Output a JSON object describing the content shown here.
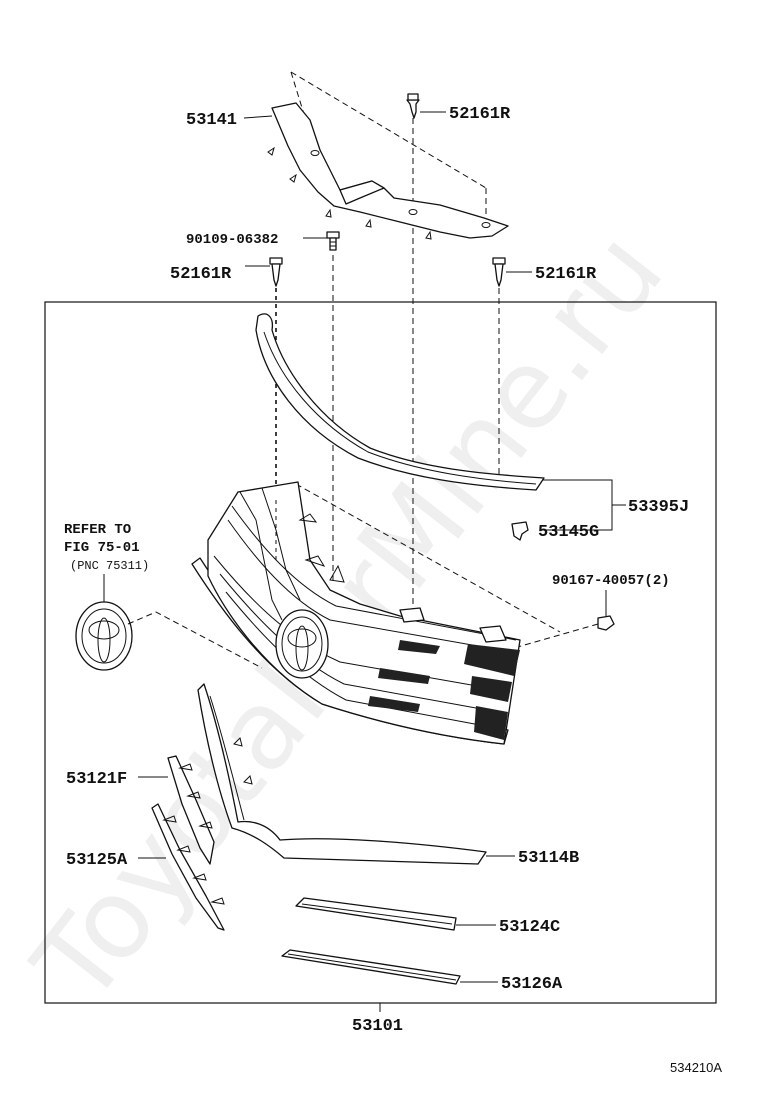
{
  "watermark": "ToyotaFarMine.ru",
  "labels": {
    "p53141": "53141",
    "p52161r_top": "52161R",
    "p90109": "90109-06382",
    "p52161r_left": "52161R",
    "p52161r_right": "52161R",
    "p53395j": "53395J",
    "p53145g": "53145G",
    "p90167": "90167-40057(2)",
    "p53121f": "53121F",
    "p53125a": "53125A",
    "p53114b": "53114B",
    "p53124c": "53124C",
    "p53126a": "53126A",
    "p53101": "53101",
    "refer_line1": "REFER TO",
    "refer_line2": "FIG 75-01",
    "refer_line3": "(PNC 75311)",
    "figure_code": "534210A"
  },
  "icons": {
    "emblem": "toyota-emblem-icon",
    "clip": "clip-icon",
    "screw": "screw-icon"
  }
}
